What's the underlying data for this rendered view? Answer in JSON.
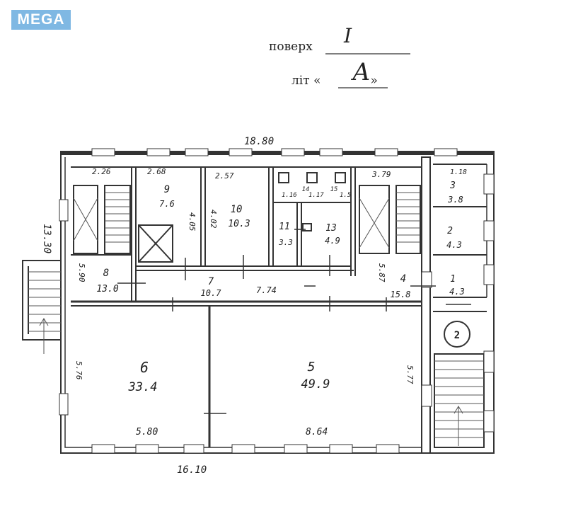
{
  "logo": "MEGA",
  "header": {
    "floor_label": "поверх",
    "floor_value": "I",
    "letter_label": "літ «",
    "letter_value": "А",
    "letter_close": "»"
  },
  "dimensions": {
    "top_total": "18.80",
    "bottom_total": "16.10",
    "left_height": "13.30",
    "d_2_26": "2.26",
    "d_2_68": "2.68",
    "d_2_57": "2.57",
    "d_3_79": "3.79",
    "d_1_18": "1.18",
    "d_1_16": "1.16",
    "d_1_17": "1.17",
    "d_1_5": "1.5",
    "d_4_05": "4.05",
    "d_4_02": "4.02",
    "d_5_87": "5.87",
    "d_5_90": "5.90",
    "d_7_74": "7.74",
    "d_5_76": "5.76",
    "d_5_77": "5.77",
    "d_5_80": "5.80",
    "d_8_64": "8.64"
  },
  "rooms": [
    {
      "num": "1",
      "area": "4.3"
    },
    {
      "num": "2",
      "area": "4.3"
    },
    {
      "num": "3",
      "area": "3.8"
    },
    {
      "num": "4",
      "area": "15.8"
    },
    {
      "num": "5",
      "area": "49.9"
    },
    {
      "num": "6",
      "area": "33.4"
    },
    {
      "num": "7",
      "area": "10.7"
    },
    {
      "num": "8",
      "area": "13.0"
    },
    {
      "num": "9",
      "area": "7.6"
    },
    {
      "num": "10",
      "area": "10.3"
    },
    {
      "num": "11",
      "area": "3.3"
    },
    {
      "num": "13",
      "area": "4.9"
    },
    {
      "num": "14",
      "area": ""
    },
    {
      "num": "15",
      "area": ""
    }
  ],
  "stair_marker": "2"
}
